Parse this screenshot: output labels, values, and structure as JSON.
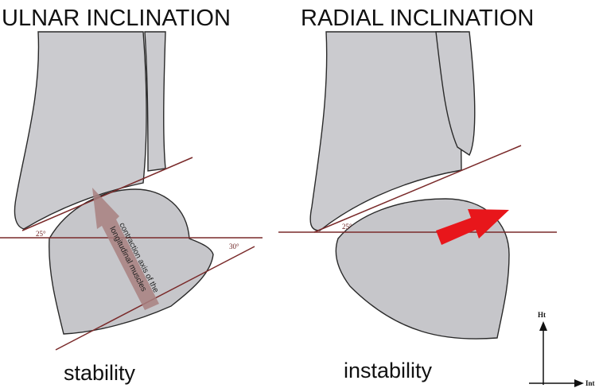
{
  "titles": {
    "left": "ULNAR INCLINATION",
    "right": "RADIAL INCLINATION"
  },
  "captions": {
    "left": "stability",
    "right": "instability"
  },
  "angles": {
    "left_joint": "25°",
    "left_lower": "30°",
    "right_joint": "25°"
  },
  "arrow_label": {
    "line1": "contraction axis of the",
    "line2": "longitudinal muscles"
  },
  "axes": {
    "vertical": "Ht",
    "horizontal": "Int"
  },
  "colors": {
    "bone": "#cbcbcf",
    "outline": "#2a2a2a",
    "inclination_line": "#7a2a2a",
    "muscle_arrow": "#a88080",
    "instability_arrow": "#e8161b"
  }
}
